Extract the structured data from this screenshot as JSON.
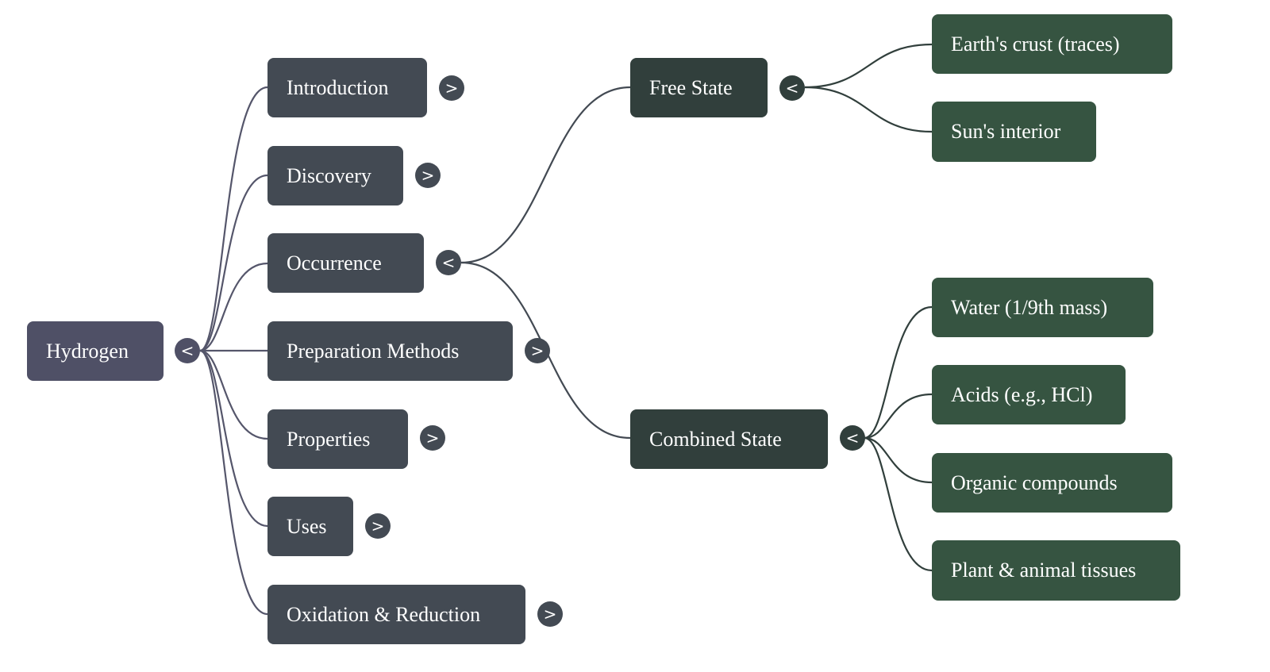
{
  "mindmap": {
    "root": {
      "label": "Hydrogen",
      "toggle": "<",
      "expanded": true,
      "children": [
        {
          "label": "Introduction",
          "toggle": ">",
          "expanded": false
        },
        {
          "label": "Discovery",
          "toggle": ">",
          "expanded": false
        },
        {
          "label": "Occurrence",
          "toggle": "<",
          "expanded": true,
          "children": [
            {
              "label": "Free State",
              "toggle": "<",
              "expanded": true,
              "children": [
                {
                  "label": "Earth's crust (traces)"
                },
                {
                  "label": "Sun's interior"
                }
              ]
            },
            {
              "label": "Combined State",
              "toggle": "<",
              "expanded": true,
              "children": [
                {
                  "label": "Water (1/9th mass)"
                },
                {
                  "label": "Acids (e.g., HCl)"
                },
                {
                  "label": "Organic compounds"
                },
                {
                  "label": "Plant & animal tissues"
                }
              ]
            }
          ]
        },
        {
          "label": "Preparation Methods",
          "toggle": ">",
          "expanded": false
        },
        {
          "label": "Properties",
          "toggle": ">",
          "expanded": false
        },
        {
          "label": "Uses",
          "toggle": ">",
          "expanded": false
        },
        {
          "label": "Oxidation & Reduction",
          "toggle": ">",
          "expanded": false
        }
      ]
    },
    "colors": {
      "root": "#4f5066",
      "level1": "#434a53",
      "level2": "#313f3c",
      "level3": "#365441",
      "edge_root": "#55566b",
      "edge_level1": "#434a53",
      "edge_level2": "#313f3c"
    }
  }
}
